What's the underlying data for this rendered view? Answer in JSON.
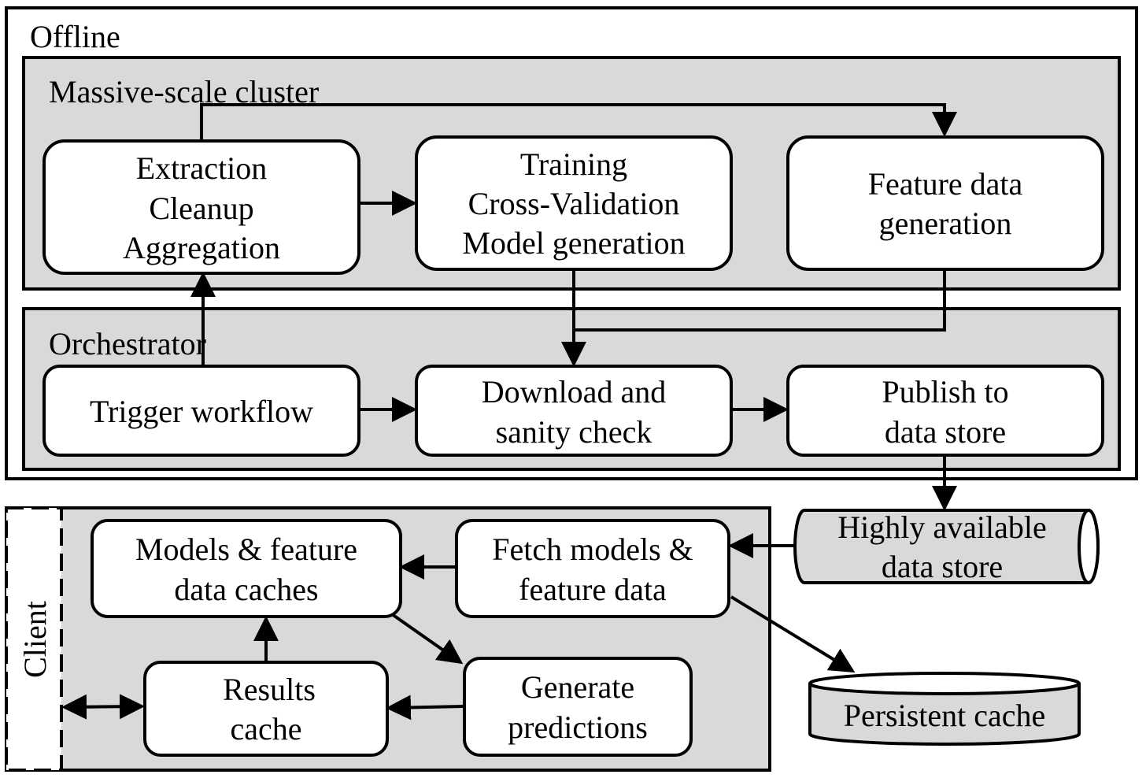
{
  "colors": {
    "panel_fill": "#d9d9d9",
    "box_fill": "#ffffff",
    "stroke": "#000000"
  },
  "containers": {
    "offline": {
      "label": "Offline"
    },
    "cluster": {
      "label": "Massive-scale cluster"
    },
    "orchestrator": {
      "label": "Orchestrator"
    },
    "client": {
      "label": "Client"
    }
  },
  "nodes": {
    "extraction": {
      "lines": [
        "Extraction",
        "Cleanup",
        "Aggregation"
      ]
    },
    "training": {
      "lines": [
        "Training",
        "Cross-Validation",
        "Model generation"
      ]
    },
    "feature_gen": {
      "lines": [
        "Feature data",
        "generation"
      ]
    },
    "trigger": {
      "lines": [
        "Trigger workflow"
      ]
    },
    "download": {
      "lines": [
        "Download and",
        "sanity check"
      ]
    },
    "publish": {
      "lines": [
        "Publish to",
        "data store"
      ]
    },
    "data_store": {
      "lines": [
        "Highly available",
        "data store"
      ]
    },
    "persistent_cache": {
      "lines": [
        "Persistent cache"
      ]
    },
    "models_cache": {
      "lines": [
        "Models & feature",
        "data caches"
      ]
    },
    "fetch": {
      "lines": [
        "Fetch models &",
        "feature data"
      ]
    },
    "results_cache": {
      "lines": [
        "Results",
        "cache"
      ]
    },
    "predictions": {
      "lines": [
        "Generate",
        "predictions"
      ]
    }
  }
}
